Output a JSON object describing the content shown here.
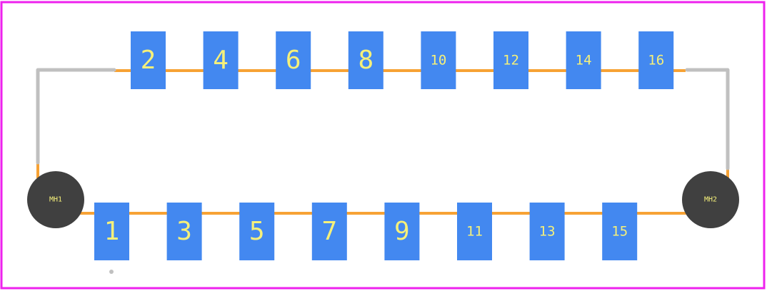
{
  "colors": {
    "board_outline": "#ee22ee",
    "background": "#ffffff",
    "pad": "#4388f0",
    "trace": "#f7a234",
    "silkscreen": "#c0c0c0",
    "mounting_hole": "#404040",
    "label": "#f5f07a"
  },
  "top_pads": [
    {
      "label": "2"
    },
    {
      "label": "4"
    },
    {
      "label": "6"
    },
    {
      "label": "8"
    },
    {
      "label": "10"
    },
    {
      "label": "12"
    },
    {
      "label": "14"
    },
    {
      "label": "16"
    }
  ],
  "bottom_pads": [
    {
      "label": "1"
    },
    {
      "label": "3"
    },
    {
      "label": "5"
    },
    {
      "label": "7"
    },
    {
      "label": "9"
    },
    {
      "label": "11"
    },
    {
      "label": "13"
    },
    {
      "label": "15"
    }
  ],
  "mounting_holes": [
    {
      "label": "MH1"
    },
    {
      "label": "MH2"
    }
  ]
}
